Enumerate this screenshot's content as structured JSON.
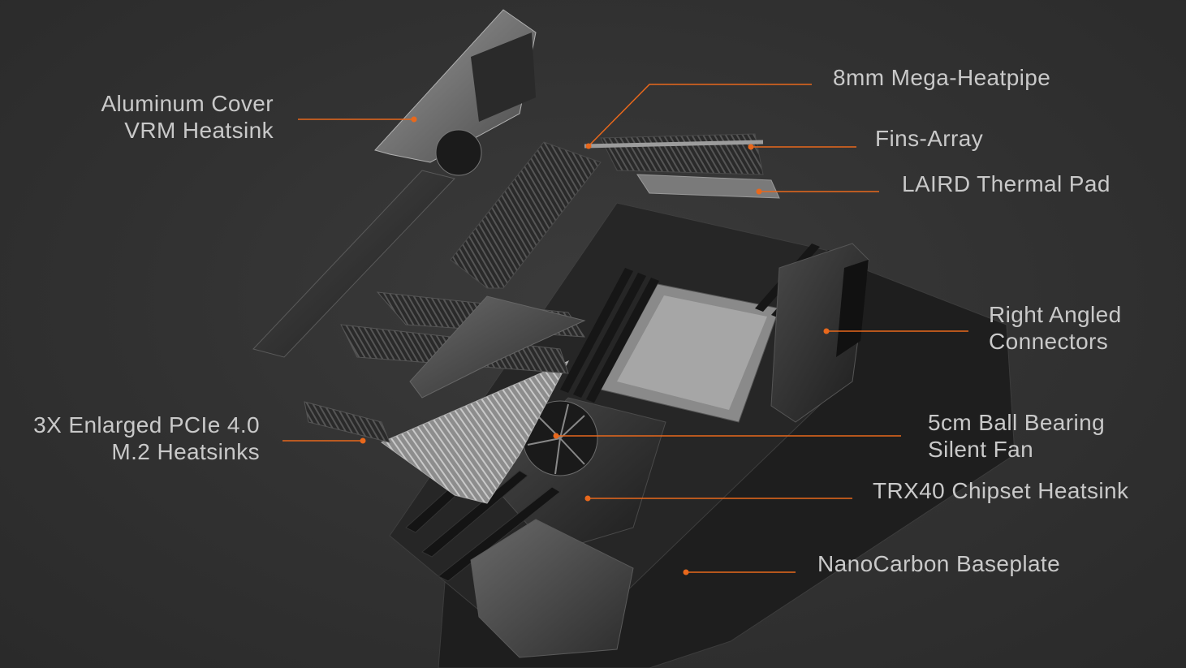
{
  "accent_color": "#e8681c",
  "labels": {
    "aluminum_cover": [
      "Aluminum Cover",
      "VRM Heatsink"
    ],
    "heatpipe": [
      "8mm Mega-Heatpipe"
    ],
    "fins_array": [
      "Fins-Array"
    ],
    "thermal_pad": [
      "LAIRD Thermal Pad"
    ],
    "right_angled": [
      "Right Angled",
      "Connectors"
    ],
    "m2_heatsinks": [
      "3X Enlarged PCIe 4.0",
      "M.2 Heatsinks"
    ],
    "fan": [
      "5cm Ball Bearing",
      "Silent Fan"
    ],
    "chipset": [
      "TRX40 Chipset Heatsink"
    ],
    "baseplate": [
      "NanoCarbon Baseplate"
    ]
  }
}
